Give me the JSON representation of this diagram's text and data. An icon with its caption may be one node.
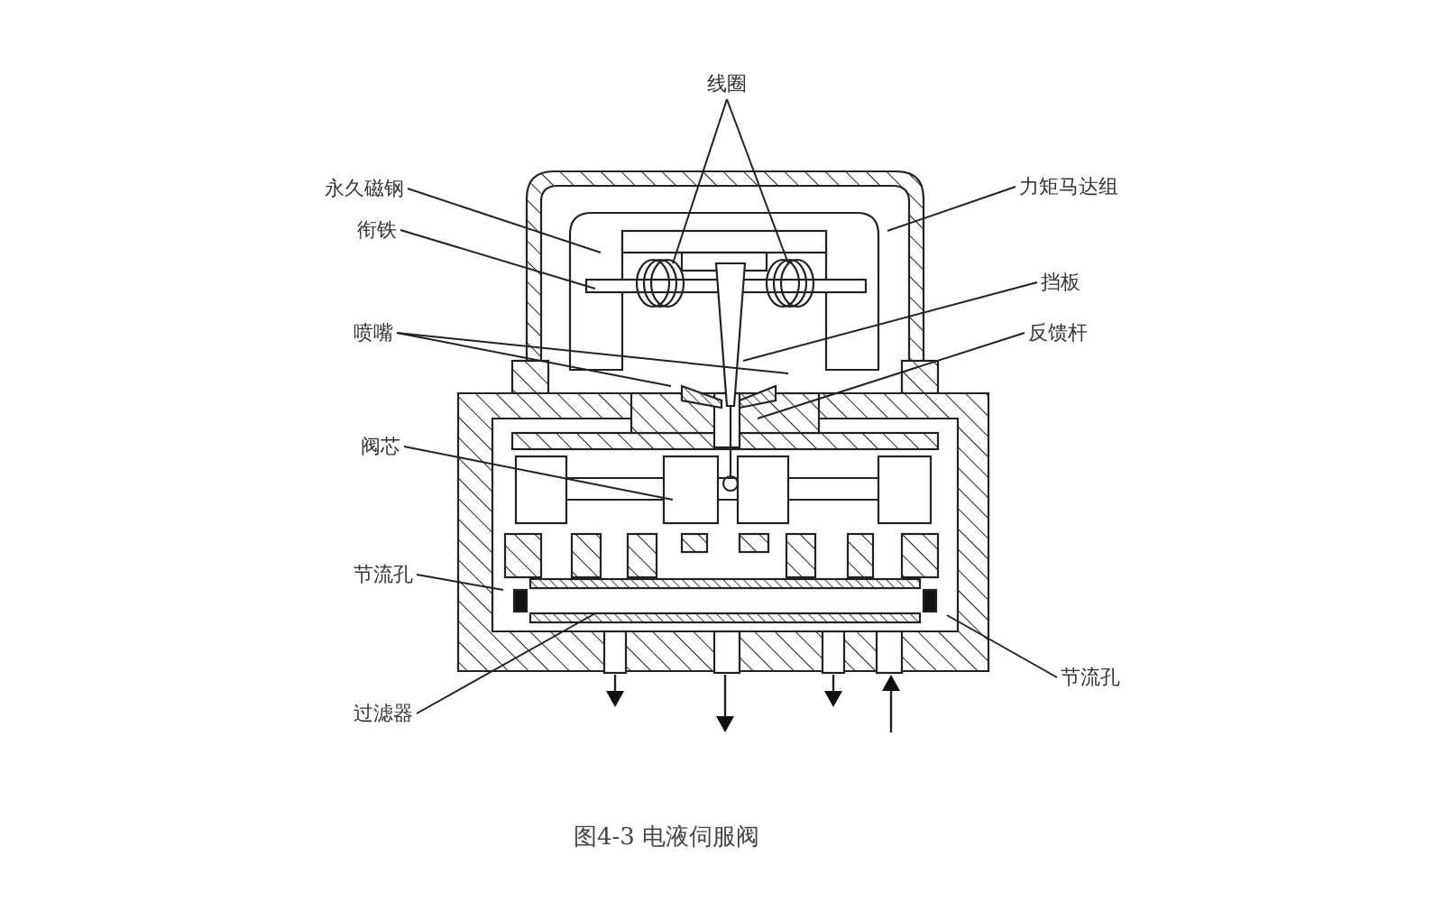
{
  "diagram": {
    "caption": "图4-3 电液伺服阀",
    "nodes": [
      {
        "text": [
          "线圈"
        ]
      },
      {
        "text": [
          "永久磁钢"
        ]
      },
      {
        "text": [
          "衔铁"
        ]
      },
      {
        "text": [
          "力矩马达组"
        ]
      },
      {
        "text": [
          "挡板"
        ]
      },
      {
        "text": [
          "喷嘴"
        ]
      },
      {
        "text": [
          "反馈杆"
        ]
      },
      {
        "text": [
          "阀芯"
        ]
      },
      {
        "text": [
          "节流孔"
        ]
      },
      {
        "text": [
          "过滤器"
        ]
      },
      {
        "text": [
          "节流孔"
        ]
      }
    ],
    "edges": [
      {
        "from": 0,
        "to": null,
        "arrow": "none"
      },
      {
        "from": 0,
        "to": null,
        "arrow": "none"
      },
      {
        "from": 1,
        "to": null,
        "arrow": "none"
      },
      {
        "from": 2,
        "to": null,
        "arrow": "none"
      },
      {
        "from": 3,
        "to": null,
        "arrow": "none"
      },
      {
        "from": 4,
        "to": null,
        "arrow": "none"
      },
      {
        "from": 5,
        "to": null,
        "arrow": "none"
      },
      {
        "from": 5,
        "to": null,
        "arrow": "none"
      },
      {
        "from": 6,
        "to": null,
        "arrow": "none"
      },
      {
        "from": 7,
        "to": null,
        "arrow": "none"
      },
      {
        "from": 8,
        "to": null,
        "arrow": "none"
      },
      {
        "from": 9,
        "to": null,
        "arrow": "none"
      },
      {
        "from": 10,
        "to": null,
        "arrow": "none"
      }
    ]
  }
}
